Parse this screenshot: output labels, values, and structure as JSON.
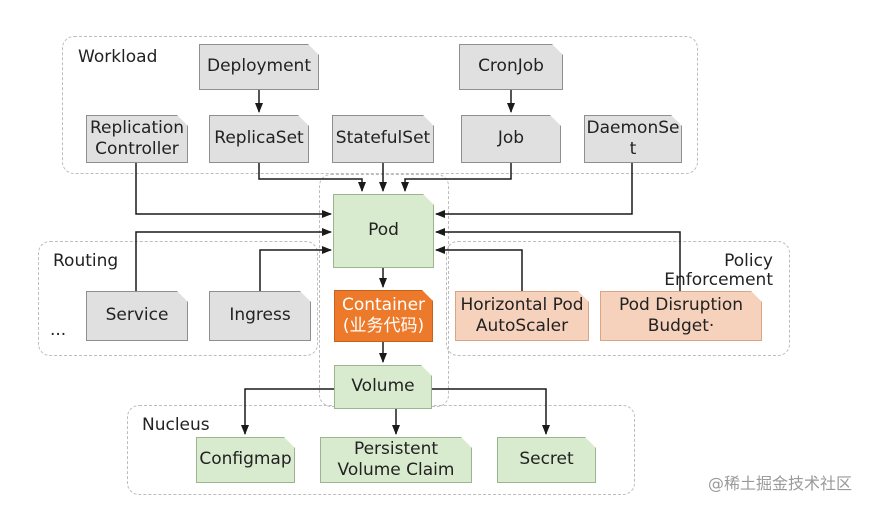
{
  "regions": {
    "workload": "Workload",
    "routing": "Routing",
    "policy": "Policy\nEnforcement",
    "nucleus": "Nucleus"
  },
  "nodes": {
    "deployment": "Deployment",
    "cronjob": "CronJob",
    "replication_controller": "Replication\nController",
    "replicaset": "ReplicaSet",
    "statefulset": "StatefulSet",
    "job": "Job",
    "daemonset": "DaemonSe\nt",
    "pod": "Pod",
    "service": "Service",
    "ingress": "Ingress",
    "container": "Container\n(业务代码)",
    "hpa": "Horizontal Pod\nAutoScaler",
    "pdb": "Pod Disruption\nBudget·",
    "volume": "Volume",
    "configmap": "Configmap",
    "pvc": "Persistent\nVolume Claim",
    "secret": "Secret"
  },
  "ellipsis": "...",
  "watermark": "@稀土掘金技术社区",
  "colors": {
    "resource": "#e0e0e0",
    "core": "#d9ebcf",
    "policy": "#f6d2bd",
    "container": "#ec7a2a",
    "arrow": "#1a1a1a"
  }
}
